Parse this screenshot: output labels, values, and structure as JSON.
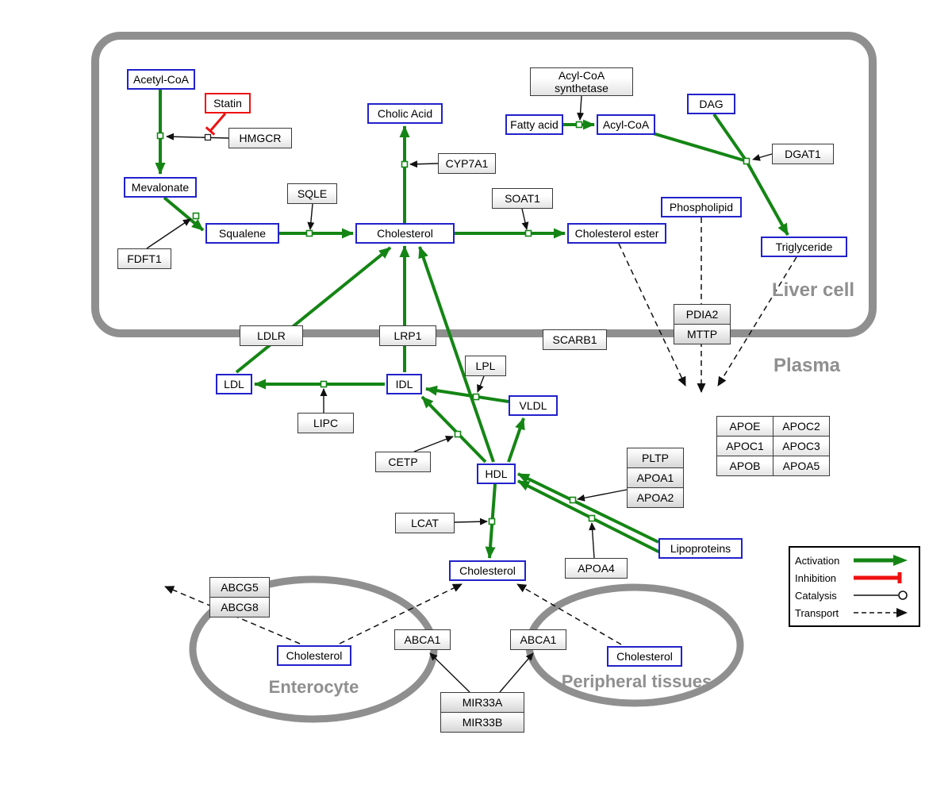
{
  "compartments": {
    "liver_cell": "Liver cell",
    "plasma": "Plasma",
    "enterocyte": "Enterocyte",
    "peripheral_tissues": "Peripheral tissues"
  },
  "nodes": {
    "acetyl_coa": "Acetyl-CoA",
    "statin": "Statin",
    "hmgcr": "HMGCR",
    "mevalonate": "Mevalonate",
    "fdft1": "FDFT1",
    "squalene": "Squalene",
    "sqle": "SQLE",
    "cholic_acid": "Cholic Acid",
    "cyp7a1": "CYP7A1",
    "cholesterol_liver": "Cholesterol",
    "soat1": "SOAT1",
    "cholesterol_ester": "Cholesterol ester",
    "acyl_coa_synthetase_1": "Acyl-CoA",
    "acyl_coa_synthetase_2": "synthetase",
    "fatty_acid": "Fatty acid",
    "acyl_coa": "Acyl-CoA",
    "dag": "DAG",
    "dgat1": "DGAT1",
    "phospholipid": "Phospholipid",
    "triglyceride": "Triglyceride",
    "ldlr": "LDLR",
    "lrp1": "LRP1",
    "scarb1": "SCARB1",
    "pdia2": "PDIA2",
    "mttp": "MTTP",
    "ldl": "LDL",
    "idl": "IDL",
    "lipc": "LIPC",
    "lpl": "LPL",
    "vldl": "VLDL",
    "cetp": "CETP",
    "hdl": "HDL",
    "pltp": "PLTP",
    "apoa1": "APOA1",
    "apoa2": "APOA2",
    "apoe": "APOE",
    "apoc1": "APOC1",
    "apob": "APOB",
    "apoc2": "APOC2",
    "apoc3": "APOC3",
    "apoa5": "APOA5",
    "lcat": "LCAT",
    "apoa4": "APOA4",
    "lipoproteins": "Lipoproteins",
    "cholesterol_plasma": "Cholesterol",
    "abcg5": "ABCG5",
    "abcg8": "ABCG8",
    "cholesterol_enterocyte": "Cholesterol",
    "abca1_enterocyte": "ABCA1",
    "abca1_peripheral": "ABCA1",
    "cholesterol_peripheral": "Cholesterol",
    "mir33a": "MIR33A",
    "mir33b": "MIR33B"
  },
  "legend": {
    "activation": "Activation",
    "inhibition": "Inhibition",
    "catalysis": "Catalysis",
    "transport": "Transport"
  },
  "colors": {
    "activation_green": "#148514",
    "inhibition_red": "#ee1111",
    "metabolite_border_blue": "#2222cc",
    "gene_border": "#3a3a3a",
    "compartment_gray": "#8f8f8f"
  }
}
